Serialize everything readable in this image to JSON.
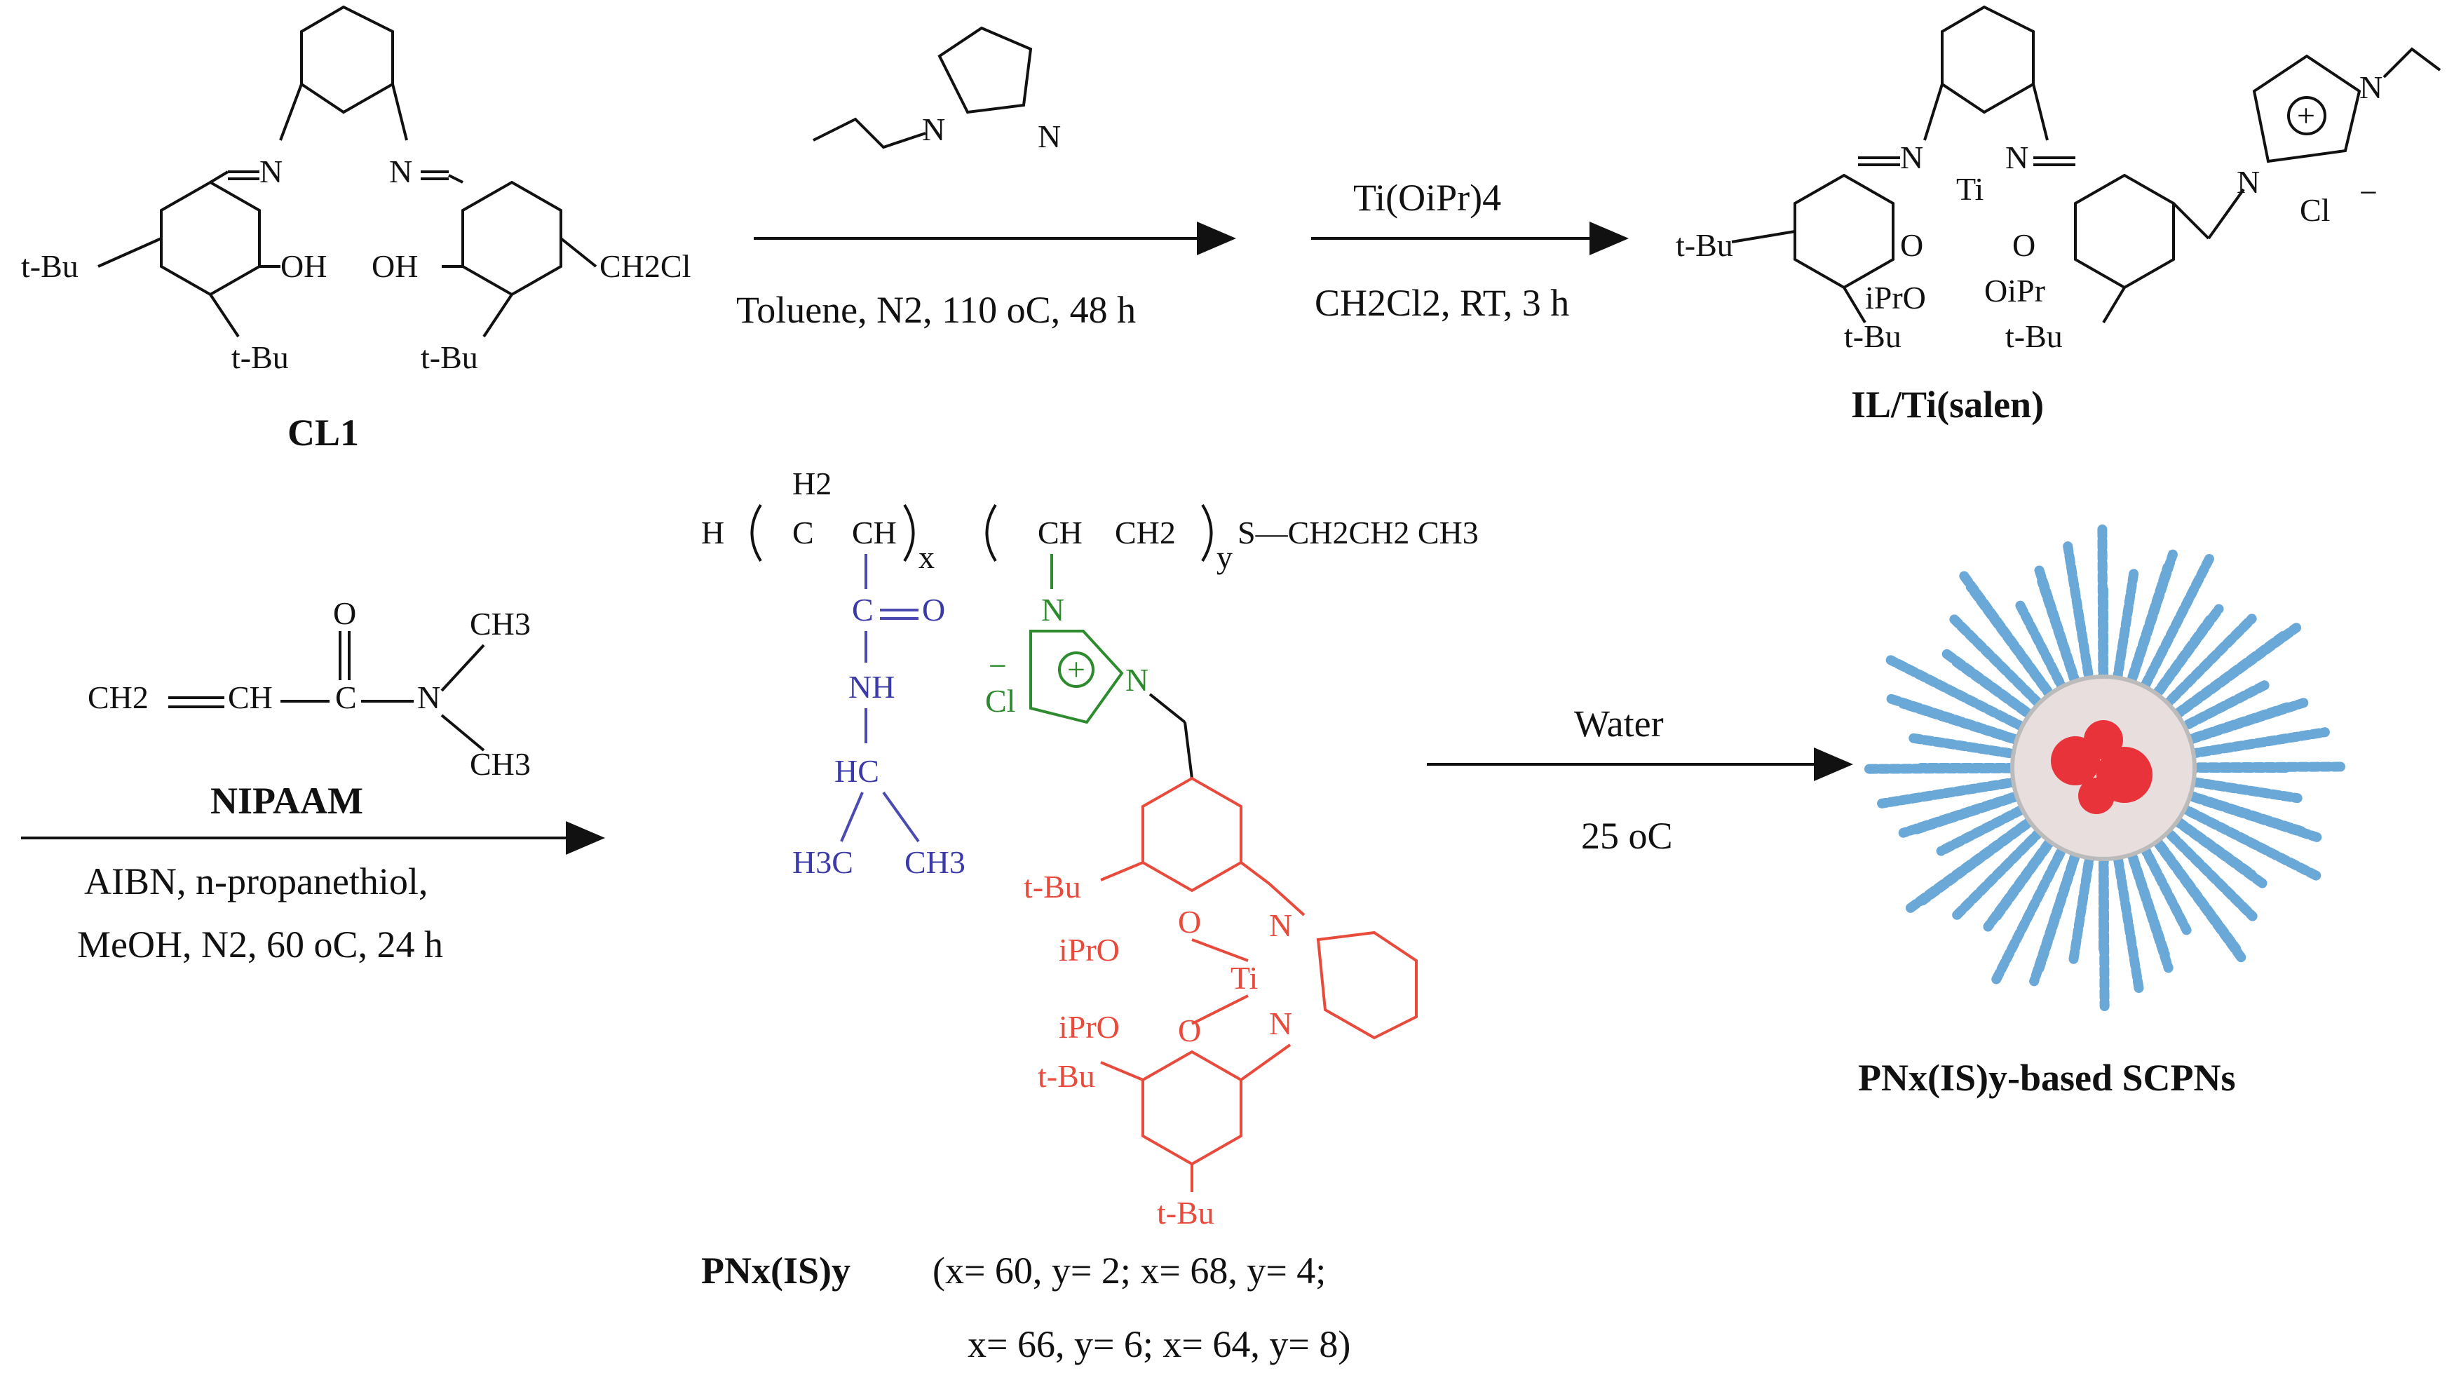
{
  "labels": {
    "cl1": "CL1",
    "il_ti_salen": "IL/Ti(salen)",
    "nipaam": "NIPAAM",
    "scpns": "PNx(IS)y-based SCPNs",
    "pnxisy_name": "PNx(IS)y",
    "pnxisy_line1": "(x= 60, y= 2; x= 68, y= 4;",
    "pnxisy_line2": "x= 66, y= 6; x= 64, y= 8)"
  },
  "conditions": {
    "step1": "Toluene, N2, 110 oC, 48 h",
    "step2_top": "Ti(OiPr)4",
    "step2_bottom": "CH2Cl2, RT, 3 h",
    "step3_line1": "AIBN, n-propanethiol,",
    "step3_line2": "MeOH, N2, 60 oC, 24 h",
    "step4_top": "Water",
    "step4_bottom": "25 oC"
  },
  "atoms": {
    "tBu": "t-Bu",
    "OH": "OH",
    "N": "N",
    "O": "O",
    "Ti": "Ti",
    "Cl": "Cl",
    "CH2Cl": "CH2Cl",
    "iPrO": "iPrO",
    "OiPr": "OiPr",
    "H": "H",
    "H2": "H2",
    "C": "C",
    "CH": "CH",
    "CH2": "CH2",
    "CH3": "CH3",
    "NH": "NH",
    "HC": "HC",
    "H3C": "H3C",
    "S_chain": "S—CH2CH2 CH3",
    "x": "x",
    "y": "y",
    "plus": "+",
    "minus": "−"
  },
  "colors": {
    "nipaam_unit": "#3a3aa8",
    "imidazolium": "#2c8a2c",
    "ti_salen": "#e84a3c",
    "nanoparticle_arms": "#6aa8d8",
    "nanoparticle_core": "#e8333a"
  }
}
